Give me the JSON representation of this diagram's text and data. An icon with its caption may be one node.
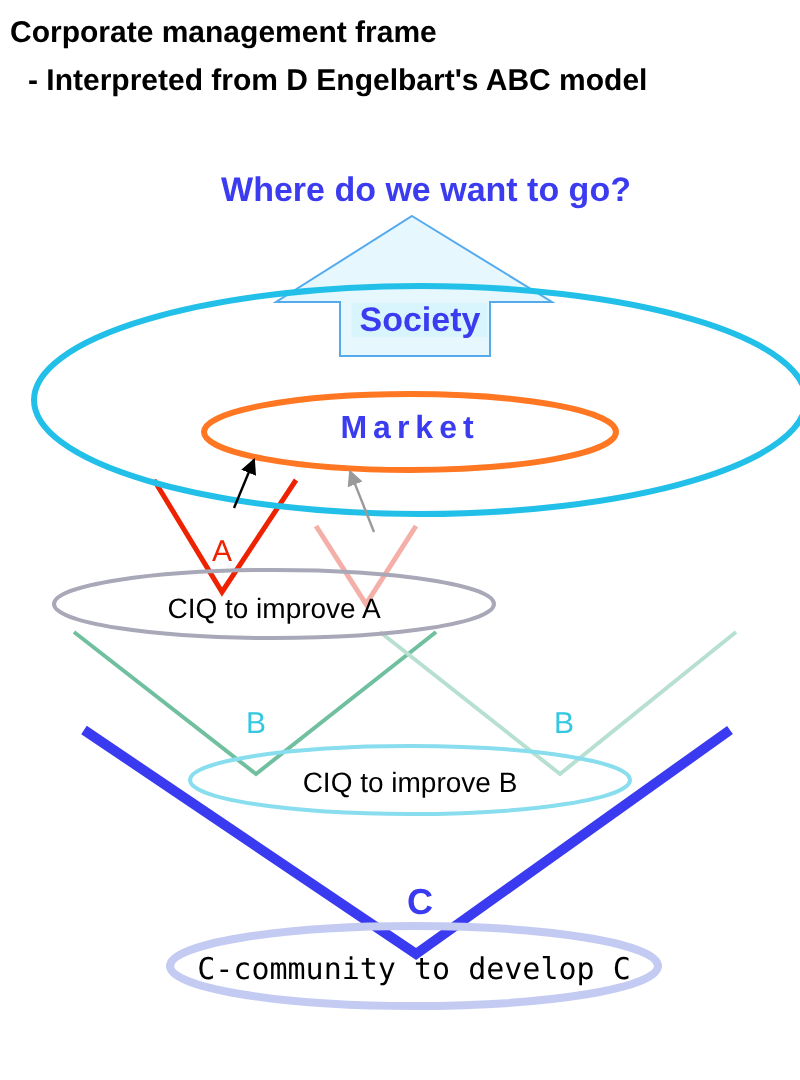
{
  "diagram": {
    "title": "Corporate management frame",
    "nodes": [
      {
        "text": [
          "Society"
        ]
      },
      {
        "text": [
          "Market"
        ],
        "in": 0
      },
      {
        "text": [
          "CIQ to improve A"
        ]
      },
      {
        "text": [
          "CIQ to improve B"
        ]
      },
      {
        "text": [
          "C-community to develop C"
        ]
      }
    ],
    "edges": [
      {
        "from": null,
        "to": 1,
        "arrow": "to"
      },
      {
        "from": null,
        "to": 1,
        "arrow": "to",
        "color": "#9a9a9a"
      }
    ],
    "labels": [
      "- Interpreted from D Engelbart's ABC model",
      "Where do we want to go?",
      "A",
      "B",
      "B",
      "C"
    ]
  }
}
